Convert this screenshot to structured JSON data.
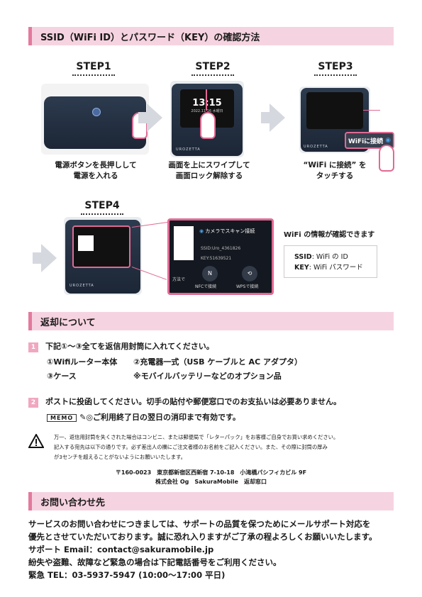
{
  "ssid_section": {
    "title": "SSID（WiFi ID）とパスワード（KEY）の確認方法",
    "steps": [
      {
        "label": "STEP1",
        "caption_line1": "電源ボタンを長押しして",
        "caption_line2": "電源を入れる"
      },
      {
        "label": "STEP2",
        "caption_line1": "画面を上にスワイプして",
        "caption_line2": "画面ロック解除する"
      },
      {
        "label": "STEP3",
        "caption_line1": "“WiFi に接続” を",
        "caption_line2": "タッチする"
      },
      {
        "label": "STEP4"
      }
    ],
    "step2_time": "13:15",
    "step2_date": "2022.11.16 水曜日",
    "step3_button": "WiFiに接続",
    "device_brand": "UROZETTA",
    "step4_zoom": {
      "scan_label": "カメラでスキャン接続",
      "ssid_line": "SSID:Uro_4361826",
      "key_line": "KEY:51639521",
      "method_label": "方法で",
      "nfc_label": "NFCで接続",
      "wps_label": "WPSで接続"
    },
    "wifi_info_heading": "WiFi の情報が確認できます",
    "ssid_key": "SSID",
    "ssid_value": ": WiFi の ID",
    "key_key": "KEY",
    "key_value": ": WiFi パスワード"
  },
  "return_section": {
    "title": "返却について",
    "item1": {
      "num": "1",
      "text": "下記①～③全てを返信用封筒に入れてください。",
      "row1_a": "①Wifiルーター本体",
      "row1_b": "②充電器一式（USB ケーブルと AC アダプタ）",
      "row2_a": "③ケース",
      "row2_b": "※モバイルバッテリーなどのオプション品"
    },
    "item2": {
      "num": "2",
      "text": "ポストに投函してください。切手の貼付や郵便窓口でのお支払いは必要ありません。"
    },
    "memo_label": "MEMO",
    "memo_text": "◎ご利用終了日の翌日の消印まで有効です。",
    "warning_line1": "万一、返信用封筒を失くされた場合はコンビニ、または郵便局で「レターパック」をお客様ご自身でお買い求めください。",
    "warning_line2": "記入する宛先は以下の通りです。必ず差出人の欄にご注文者様のお名前をご記入ください。また、その際に封筒の厚み",
    "warning_line3": "が3センチを超えることがないようにお願いいたします。",
    "address_line1": "〒160-0023　東京都新宿区西新宿 7-10-18　小滝橋パシフィカビル 9F",
    "address_line2": "株式会社 Og　SakuraMobile　返却窓口"
  },
  "contact_section": {
    "title": "お問い合わせ先",
    "line1": "サービスのお問い合わせにつきましては、サポートの品質を保つためにメールサポート対応を",
    "line2": "優先とさせていただいております。誠に恐れ入りますがご了承の程よろしくお願いいたします。",
    "line3": "サポート Email：contact@sakuramobile.jp",
    "line4": "紛失や盗難、故障など緊急の場合は下記電話番号をご利用ください。",
    "line5": "緊急 TEL：03-5937-5947 (10:00～17:00 平日)"
  },
  "colors": {
    "header_bg": "#f6d3e0",
    "header_accent": "#e3799e",
    "hand_outline": "#e06a93",
    "device_body": "#2d3b4f"
  }
}
